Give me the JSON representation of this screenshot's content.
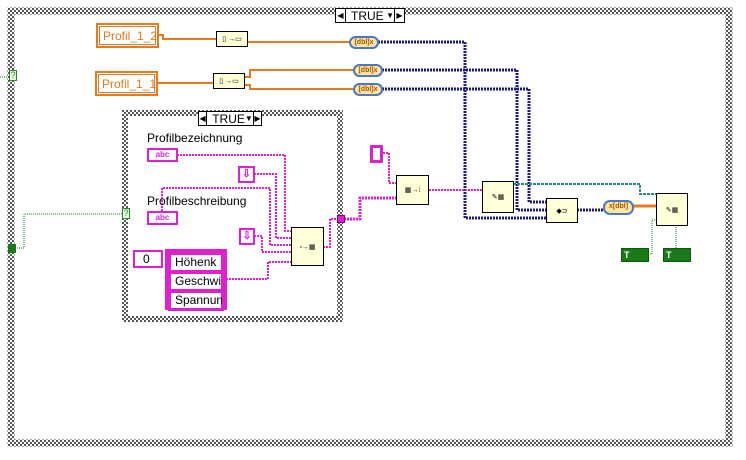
{
  "outer_case": {
    "selector_value": "TRUE",
    "terminal_label": "?"
  },
  "inner_case": {
    "selector_value": "TRUE",
    "terminal_label": "?"
  },
  "constants": {
    "profil_1_2": "Profil_1_2",
    "profil_1_1": "Profil_1_1"
  },
  "controls": {
    "profilbezeichnung_label": "Profilbezeichnung",
    "profilbeschreibung_label": "Profilbeschreibung",
    "abc_glyph": "abc",
    "index_value": "0",
    "array_items": [
      "Höhenk",
      "Geschwi",
      "Spannun"
    ]
  },
  "boolean_constant_glyph": "T",
  "colors": {
    "string_wire": "#e020d0",
    "path_wire": "#e87a1e",
    "refnum_wire": "#1a1a80",
    "cluster_wire": "#2a8a8a",
    "boolean_wire": "#1a7a1a",
    "case_border": "#555555"
  }
}
